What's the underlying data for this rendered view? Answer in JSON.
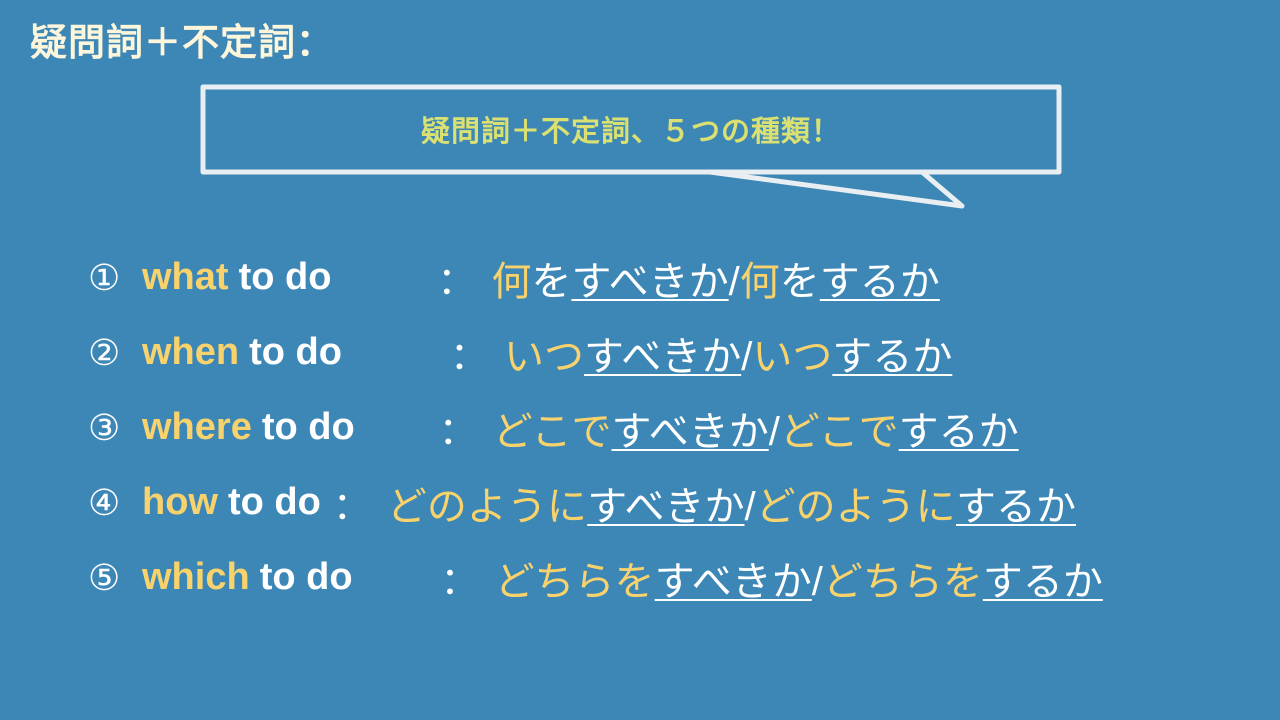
{
  "theme": {
    "background": "#3d87b6",
    "title_color": "#fdf6da",
    "callout_text_color": "#dae071",
    "callout_border_color": "#e8eef2",
    "keyword_color": "#f8d26c",
    "plain_text_color": "#ffffff"
  },
  "title": "疑問詞＋不定詞：",
  "callout": {
    "text": "疑問詞＋不定詞、５つの種類！"
  },
  "list": [
    {
      "number": "①",
      "keyword": "what",
      "infinitive": "to do",
      "colon": "：",
      "meaning": {
        "should": {
          "question": "何",
          "particle": "を",
          "verb": "すべきか"
        },
        "slash": "/",
        "plain": {
          "question": "何",
          "particle": "を",
          "verb": "するか"
        }
      }
    },
    {
      "number": "②",
      "keyword": "when",
      "infinitive": "to do",
      "colon": "：",
      "meaning": {
        "should": {
          "question": "いつ",
          "particle": "",
          "verb": "すべきか"
        },
        "slash": "/",
        "plain": {
          "question": "いつ",
          "particle": "",
          "verb": "するか"
        }
      }
    },
    {
      "number": "③",
      "keyword": "where",
      "infinitive": "to do",
      "colon": "：",
      "meaning": {
        "should": {
          "question": "どこで",
          "particle": "",
          "verb": "すべきか"
        },
        "slash": "/",
        "plain": {
          "question": "どこで",
          "particle": "",
          "verb": "するか"
        }
      }
    },
    {
      "number": "④",
      "keyword": "how",
      "infinitive": "to do",
      "colon": "：",
      "meaning": {
        "should": {
          "question": "どのように",
          "particle": "",
          "verb": "すべきか"
        },
        "slash": "/",
        "plain": {
          "question": "どのように",
          "particle": "",
          "verb": "するか"
        }
      }
    },
    {
      "number": "⑤",
      "keyword": "which",
      "infinitive": "to do",
      "colon": "：",
      "meaning": {
        "should": {
          "question": "どちらを",
          "particle": "",
          "verb": "すべきか"
        },
        "slash": "/",
        "plain": {
          "question": "どちらを",
          "particle": "",
          "verb": "するか"
        }
      }
    }
  ]
}
